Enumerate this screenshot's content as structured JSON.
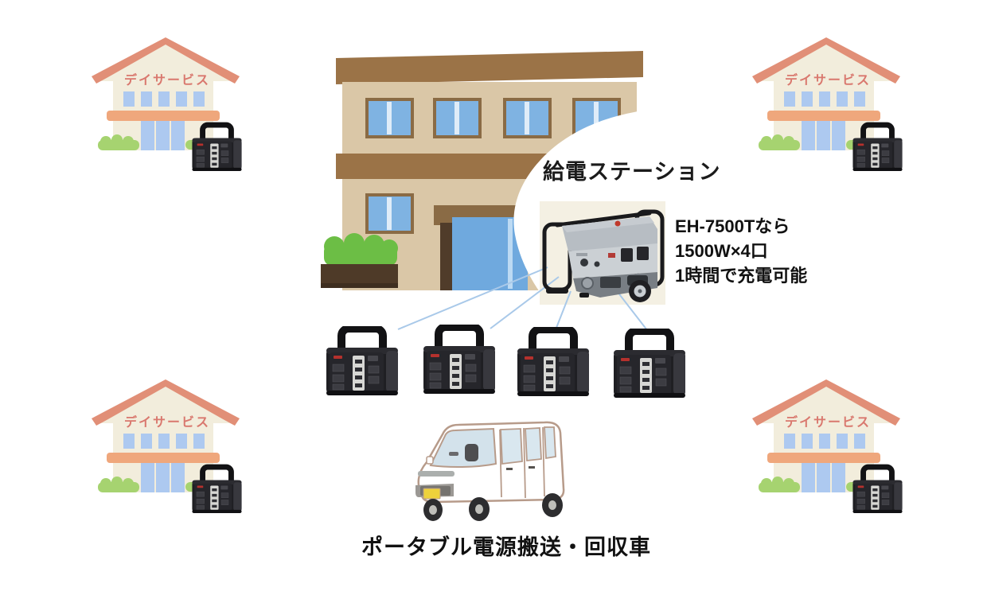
{
  "diagram": {
    "background_color": "#ffffff",
    "station_bubble": {
      "title": "給電ステーション",
      "generator_icon": "gasoline-generator",
      "spec_lines": [
        "EH-7500Tなら",
        "1500W×4口",
        "1時間で充電可能"
      ]
    },
    "day_service_buildings": [
      {
        "id": "top-left",
        "sign": "デイサービス",
        "has_portable_station": true
      },
      {
        "id": "top-right",
        "sign": "デイサービス",
        "has_portable_station": true
      },
      {
        "id": "bottom-left",
        "sign": "デイサービス",
        "has_portable_station": true
      },
      {
        "id": "bottom-right",
        "sign": "デイサービス",
        "has_portable_station": true
      }
    ],
    "portable_power_stations": {
      "center_row_count": 4,
      "at_buildings_count": 4
    },
    "connection_lines_count": 4,
    "van": {
      "caption": "ポータブル電源搬送・回収車"
    },
    "colors": {
      "day_roof": "#E18F77",
      "day_wall": "#F2EDDC",
      "day_sign_text": "#D9786E",
      "day_window": "#ADC9F0",
      "day_band": "#EFA77C",
      "day_bush": "#A6D370",
      "center_roof": "#9B7347",
      "center_wall": "#DAC7A7",
      "center_window": "#7FB3E2",
      "center_bush": "#6CBE45",
      "planter": "#4E3A28",
      "connection_line": "#A9C9E9",
      "battery_body": "#1F1F23",
      "generator_background": "#F4F0E3",
      "van_body": "#FFFFFF",
      "van_plate": "#EED23B",
      "text": "#111111"
    }
  }
}
